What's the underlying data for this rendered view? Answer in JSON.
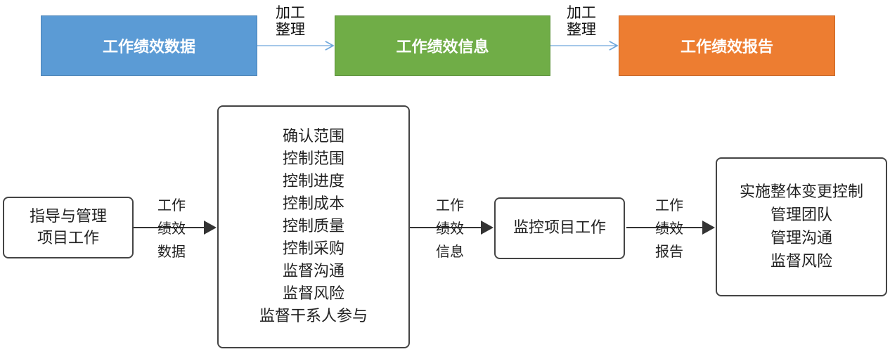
{
  "top_flow": {
    "box1": "工作绩效数据",
    "box2": "工作绩效信息",
    "box3": "工作绩效报告",
    "step1": [
      "加工",
      "整理"
    ],
    "step2": [
      "加工",
      "整理"
    ],
    "colors": {
      "blue": "#5b9bd5",
      "green": "#70ad47",
      "orange": "#ed7d31"
    }
  },
  "process_flow": {
    "direct_manage": [
      "指导与管理",
      "项目工作"
    ],
    "control_processes": [
      "确认范围",
      "控制范围",
      "控制进度",
      "控制成本",
      "控制质量",
      "控制采购",
      "监督沟通",
      "监督风险",
      "监督干系人参与"
    ],
    "monitor_work": "监控项目工作",
    "outputs": [
      "实施整体变更控制",
      "管理团队",
      "管理沟通",
      "监督风险"
    ],
    "label_data": [
      "工作",
      "绩效",
      "数据"
    ],
    "label_info": [
      "工作",
      "绩效",
      "信息"
    ],
    "label_report": [
      "工作",
      "绩效",
      "报告"
    ]
  }
}
